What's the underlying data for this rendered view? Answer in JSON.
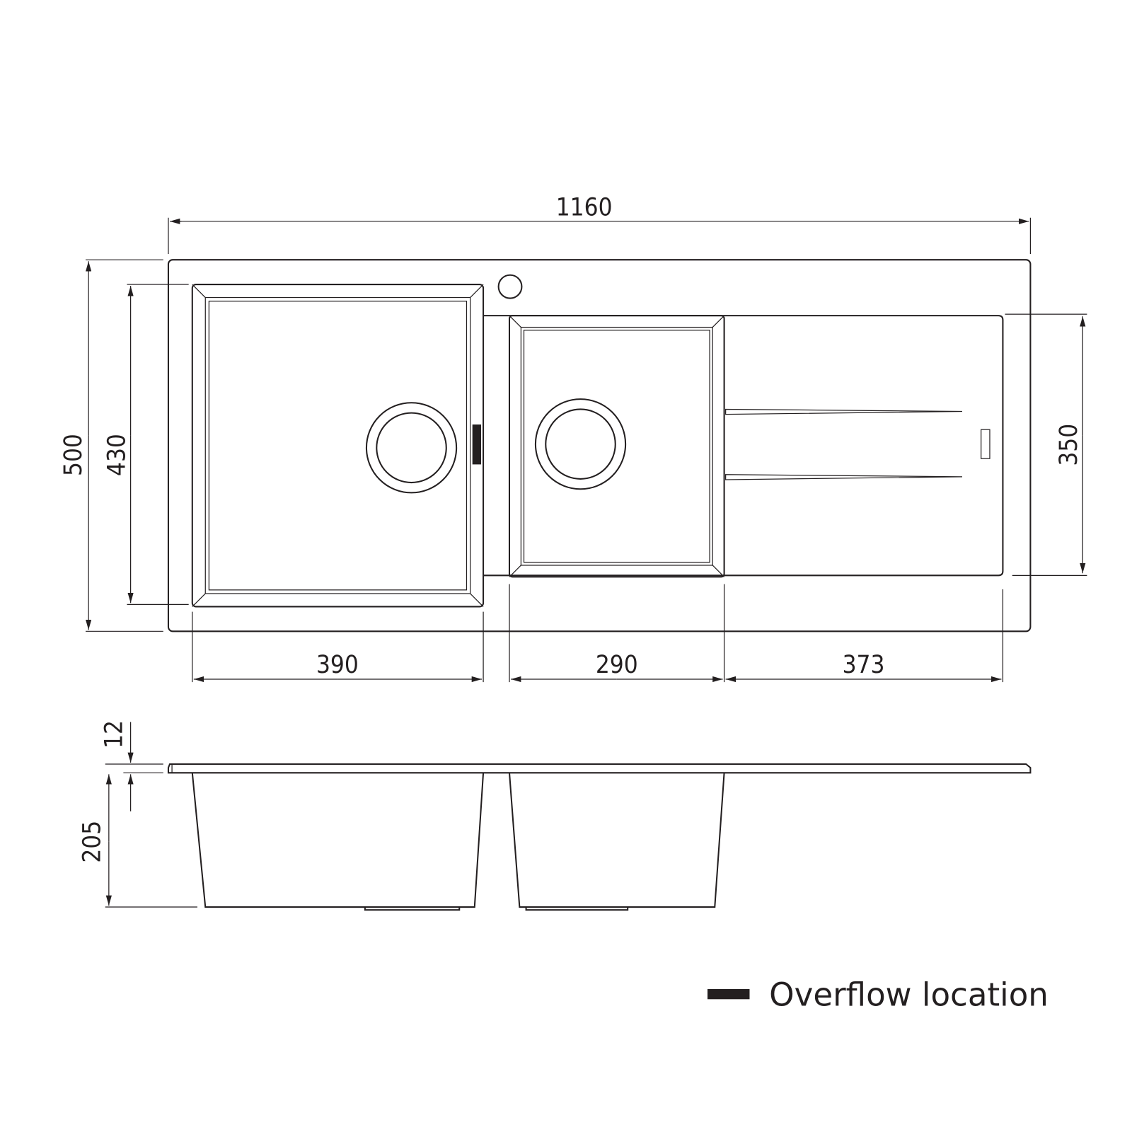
{
  "dimensions": {
    "overall_width": "1160",
    "overall_depth": "500",
    "bowl_depth": "430",
    "drainer_depth": "350",
    "main_bowl_width": "390",
    "second_bowl_width": "290",
    "drainer_width": "373",
    "rim_thickness": "12",
    "bowl_height": "205"
  },
  "legend": {
    "label": "Overflow location",
    "color": "#231f20"
  },
  "colors": {
    "line": "#231f20",
    "background": "#ffffff"
  }
}
